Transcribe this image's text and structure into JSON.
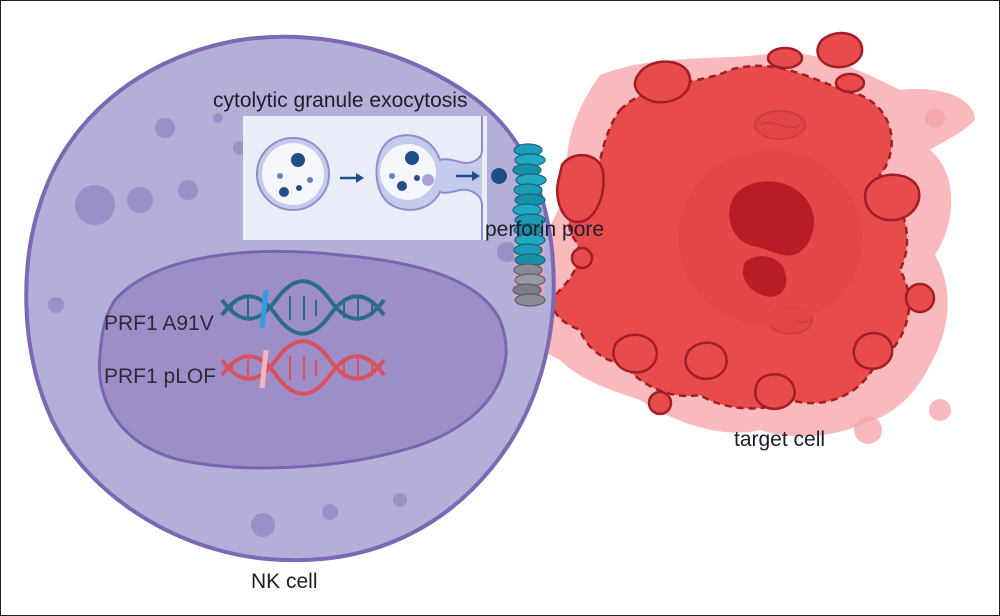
{
  "labels": {
    "exocytosis": "cytolytic granule exocytosis",
    "pore": "perforin pore",
    "target": "target cell",
    "nk": "NK cell",
    "gene_a91v": "PRF1 A91V",
    "gene_plof": "PRF1 pLOF"
  },
  "colors": {
    "nk_fill": "#b3afd9",
    "nk_stroke": "#7c68b3",
    "nucleus_fill": "#9e8ec8",
    "granule_panel": "#eaecf8",
    "granule_dark": "#1f4f86",
    "pore_teal": "#1d9bb5",
    "pore_grey": "#8a8a95",
    "target_red": "#e84b4b",
    "target_dark": "#a21d26",
    "target_halo": "#f5a3a6",
    "dna_blue": "#2d6a8f",
    "dna_red": "#d9505e"
  },
  "icons": [
    "dna-helix-icon",
    "arrow-right-icon",
    "granule-vesicle-icon",
    "perforin-pore-icon"
  ]
}
